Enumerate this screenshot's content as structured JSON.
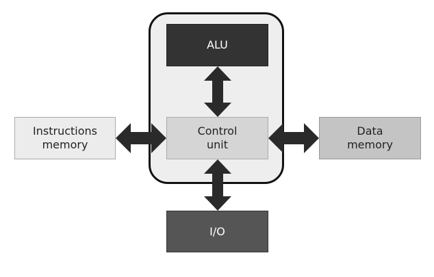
{
  "diagram": {
    "alu_label": "ALU",
    "control_label": "Control\nunit",
    "instructions_label": "Instructions\nmemory",
    "data_label": "Data\nmemory",
    "io_label": "I/O"
  },
  "colors": {
    "container_fill": "#eeeeee",
    "alu_fill": "#333333",
    "control_fill": "#d5d5d5",
    "instructions_fill": "#ececec",
    "data_fill": "#c4c4c4",
    "io_fill": "#555555",
    "arrow": "#2a2a2a"
  }
}
